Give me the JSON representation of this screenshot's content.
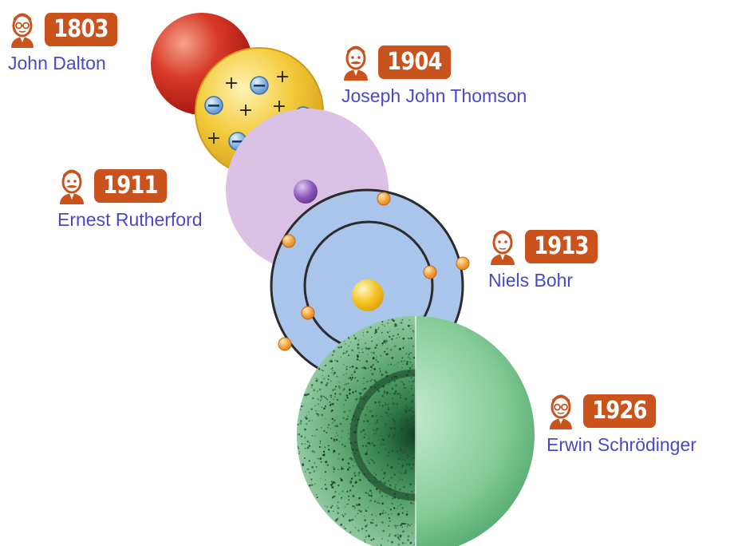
{
  "colors": {
    "year_badge": "#c9521d",
    "name_text": "#4a47c8",
    "dalton_sphere": "#c9241b",
    "thomson_sphere": "#e9be35",
    "thomson_electron": "#7fb0dc",
    "rutherford_cloud": "#dcc1e6",
    "rutherford_nucleus": "#7c4aa8",
    "bohr_disc": "#aac5ec",
    "bohr_electron": "#f2a53c",
    "bohr_nucleus": "#f6c21f",
    "schrodinger_sphere": "#79c58e"
  },
  "scientists": [
    {
      "id": "dalton",
      "year": "1803",
      "name": "John Dalton",
      "icon": "person-glasses-icon"
    },
    {
      "id": "thomson",
      "year": "1904",
      "name": "Joseph John Thomson",
      "icon": "person-mustache-icon"
    },
    {
      "id": "rutherford",
      "year": "1911",
      "name": "Ernest Rutherford",
      "icon": "person-mustache-icon"
    },
    {
      "id": "bohr",
      "year": "1913",
      "name": "Niels Bohr",
      "icon": "person-icon"
    },
    {
      "id": "schrodinger",
      "year": "1926",
      "name": "Erwin Schrödinger",
      "icon": "person-glasses-icon"
    }
  ],
  "models": {
    "thomson": {
      "plus_symbol": "+",
      "minus_symbol": "−"
    }
  }
}
